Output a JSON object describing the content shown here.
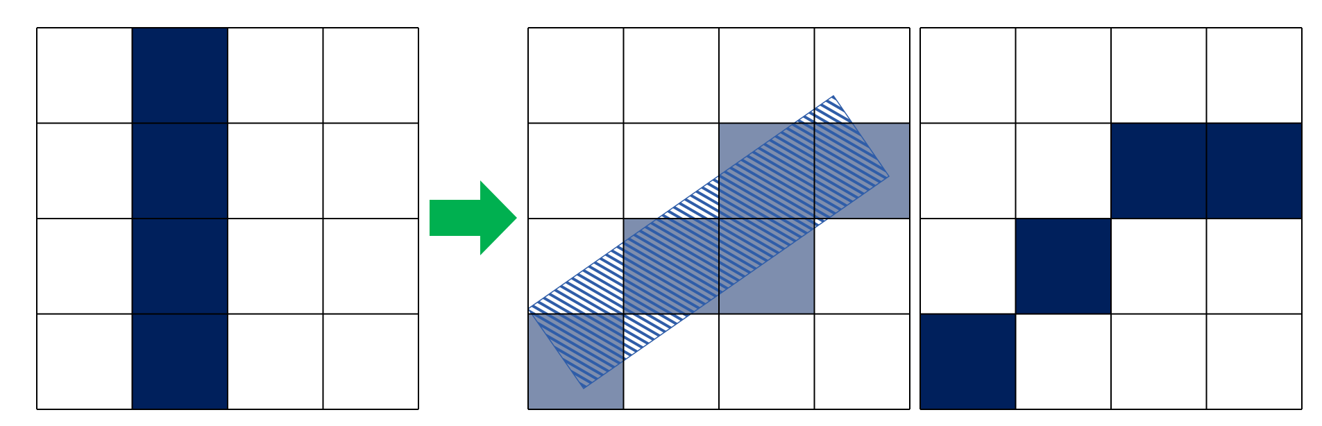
{
  "diagram": {
    "grid_size": 4,
    "colors": {
      "filled": "#00205C",
      "partial": "#7E8EAE",
      "grid_line": "#000000",
      "background": "#FFFFFF",
      "arrow": "#00B050",
      "hatch": "#2F5DA8"
    },
    "panels": [
      {
        "name": "original-grid",
        "filled_cells": [
          [
            0,
            1
          ],
          [
            1,
            1
          ],
          [
            2,
            1
          ],
          [
            3,
            1
          ]
        ],
        "partial_cells": [],
        "rotated_bar": false
      },
      {
        "name": "rotated-overlay-grid",
        "filled_cells": [],
        "partial_cells": [
          [
            1,
            2
          ],
          [
            1,
            3
          ],
          [
            2,
            1
          ],
          [
            2,
            2
          ],
          [
            3,
            0
          ]
        ],
        "rotated_bar": true
      },
      {
        "name": "result-grid",
        "filled_cells": [
          [
            1,
            2
          ],
          [
            1,
            3
          ],
          [
            2,
            1
          ],
          [
            3,
            0
          ]
        ],
        "partial_cells": [],
        "rotated_bar": false
      }
    ],
    "arrow_icon": "right-arrow-icon",
    "hatch_icon": "diagonal-hatch-pattern"
  }
}
